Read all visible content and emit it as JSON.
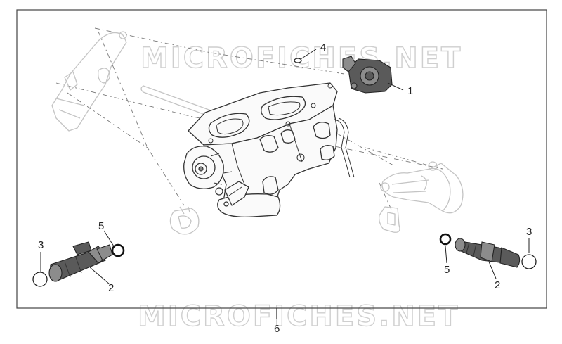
{
  "watermark": {
    "top": "MICROFICHES.NET",
    "bottom": "MICROFICHES.NET"
  },
  "callouts": [
    {
      "id": "throttle-position-sensor",
      "label": "1"
    },
    {
      "id": "injector-left",
      "label": "2"
    },
    {
      "id": "injector-right",
      "label": "2"
    },
    {
      "id": "oring-left-end",
      "label": "3"
    },
    {
      "id": "oring-right-end",
      "label": "3"
    },
    {
      "id": "small-oring",
      "label": "4"
    },
    {
      "id": "oring-left-nozzle",
      "label": "5"
    },
    {
      "id": "oring-right-nozzle",
      "label": "5"
    },
    {
      "id": "throttle-body-assembly",
      "label": "6"
    }
  ]
}
